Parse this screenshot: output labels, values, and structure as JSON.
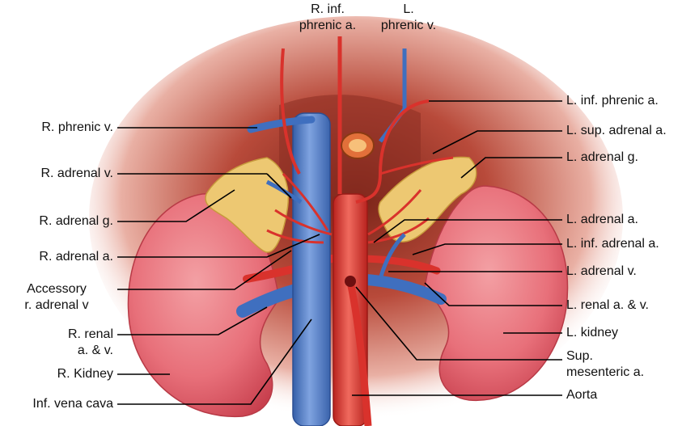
{
  "labels_top": {
    "r_inf_phrenic_a": [
      "R. inf.",
      "phrenic a."
    ],
    "l_phrenic_v": [
      "L.",
      "phrenic v."
    ]
  },
  "labels_left": {
    "r_phrenic_v": "R. phrenic v.",
    "r_adrenal_v": "R. adrenal v.",
    "r_adrenal_g": "R. adrenal g.",
    "r_adrenal_a": "R. adrenal a.",
    "accessory_r_adrenal_v": [
      "Accessory",
      "r. adrenal v"
    ],
    "r_renal_av": [
      "R. renal",
      "a. & v."
    ],
    "r_kidney": "R. Kidney",
    "inf_vena_cava": "Inf. vena cava"
  },
  "labels_right": {
    "l_inf_phrenic_a": "L. inf. phrenic a.",
    "l_sup_adrenal_a": "L. sup. adrenal a.",
    "l_adrenal_g": "L. adrenal g.",
    "l_adrenal_a": "L. adrenal a.",
    "l_inf_adrenal_a": "L. inf. adrenal a.",
    "l_adrenal_v": "L. adrenal v.",
    "l_renal_av": "L. renal a. & v.",
    "l_kidney": "L. kidney",
    "sup_mesenteric_a": [
      "Sup.",
      "mesenteric a."
    ],
    "aorta": "Aorta"
  },
  "colors": {
    "vein": "#3f6fbf",
    "artery": "#d9322c",
    "kidney": "#e8707a",
    "adrenal": "#edc872",
    "background_glow": "#b84a3a",
    "leader_line": "#000000"
  }
}
